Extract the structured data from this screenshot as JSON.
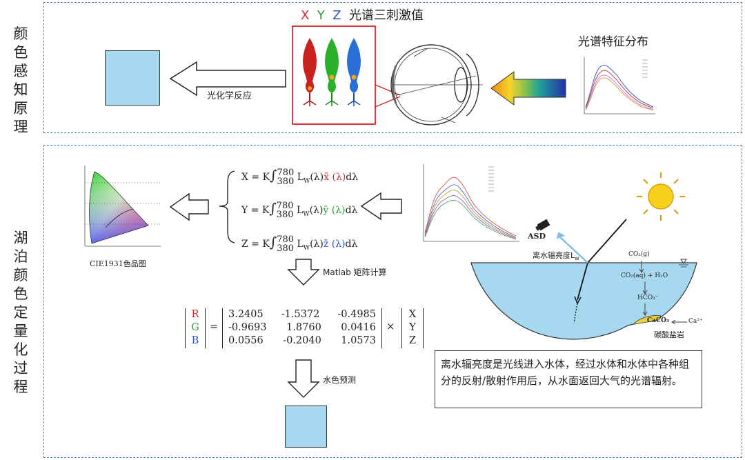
{
  "panel1": {
    "title": "颜色感知原理",
    "xyz_x": "X",
    "xyz_y": "Y",
    "xyz_z": "Z",
    "xyz_caption": "光谱三刺激值",
    "spectrum_title": "光谱特征分布",
    "reaction_label": "光化学反应"
  },
  "panel2": {
    "title": "湖泊颜色定量化过程",
    "cie_caption": "CIE1931色品图",
    "matlab_label": "Matlab 矩阵计算",
    "prediction_label": "水色预测",
    "asd_label": "ASD",
    "radiance_label": "离水辐亮度L",
    "radiance_sub": "w",
    "chem_co2g": "CO₂(g)",
    "chem_co2aq": "CO₂(aq) + H₂O",
    "chem_hco3": "HCO₃⁻",
    "chem_caco3": "CaCO₃",
    "chem_ca": "Ca²⁺",
    "carbonate_label": "碳酸盐岩",
    "info_text": "离水辐亮度是光线进入水体，经过水体和水体中各种组分的反射/散射作用后，从水面返回大气的光谱辐射。"
  },
  "equations": {
    "x": {
      "lhs": "X = K",
      "bar": "x̄",
      "lam": "(λ)"
    },
    "y": {
      "lhs": "Y = K",
      "bar": "ȳ",
      "lam": "(λ)"
    },
    "z": {
      "lhs": "Z = K",
      "bar": "z̄",
      "lam": "(λ)"
    },
    "upper": "780",
    "lower": "380",
    "integrand": "L",
    "integrand_sub": "W",
    "integrand_arg": "(λ)",
    "d": "dλ"
  },
  "matrix": {
    "rgb": [
      "R",
      "G",
      "B"
    ],
    "rows": [
      [
        "3.2405",
        "-1.5372",
        "-0.4985"
      ],
      [
        "-0.9693",
        "1.8760",
        "0.0416"
      ],
      [
        "0.0556",
        "-0.2040",
        "1.0573"
      ]
    ],
    "xyz": [
      "X",
      "Y",
      "Z"
    ],
    "eq_sign": "=",
    "times": "×"
  },
  "colors": {
    "x_red": "#d62b2b",
    "y_green": "#2ca02c",
    "z_blue": "#2a55c9",
    "water": "#a6d9f0",
    "swatch": "#a6d9f0",
    "panel_border": "#3c86ae",
    "callout_red": "#d42020"
  }
}
